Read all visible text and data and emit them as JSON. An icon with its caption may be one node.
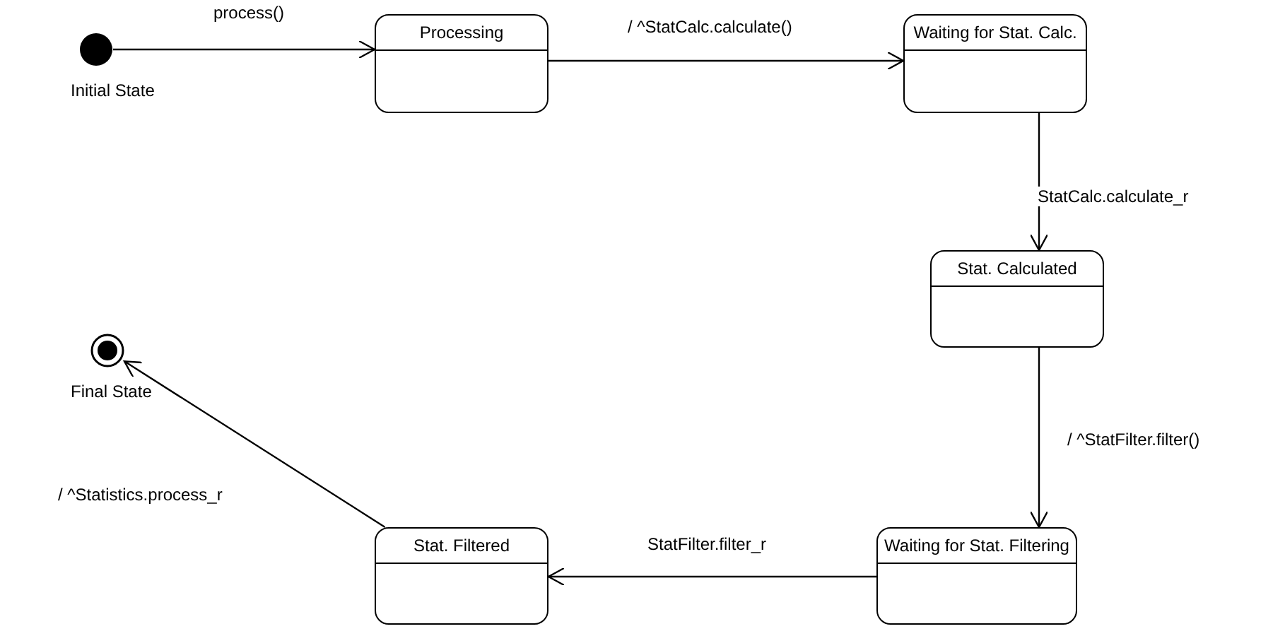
{
  "diagram": {
    "nodes": [
      {
        "text": [],
        "shape": "circle",
        "beside": [
          "Initial State"
        ]
      },
      {
        "text": [
          "Processing"
        ]
      },
      {
        "text": [
          "Waiting for Stat. Calc."
        ]
      },
      {
        "text": [
          "Stat. Calculated"
        ]
      },
      {
        "text": [
          "Waiting for Stat. Filtering"
        ]
      },
      {
        "text": [
          "Stat. Filtered"
        ]
      },
      {
        "text": [],
        "shape": "bullseye",
        "beside": [
          "Final State"
        ]
      }
    ],
    "edges": [
      {
        "from": 0,
        "to": 1,
        "arrow": "to",
        "label": "process()"
      },
      {
        "from": 1,
        "to": 2,
        "arrow": "to",
        "label": "/ ^StatCalc.calculate()"
      },
      {
        "from": 2,
        "to": 3,
        "arrow": "to",
        "label": "StatCalc.calculate_r"
      },
      {
        "from": 3,
        "to": 4,
        "arrow": "to",
        "label": "/ ^StatFilter.filter()"
      },
      {
        "from": 4,
        "to": 5,
        "arrow": "to",
        "label": "StatFilter.filter_r"
      },
      {
        "from": 5,
        "to": 6,
        "arrow": "to",
        "label": "/ ^Statistics.process_r"
      }
    ]
  }
}
